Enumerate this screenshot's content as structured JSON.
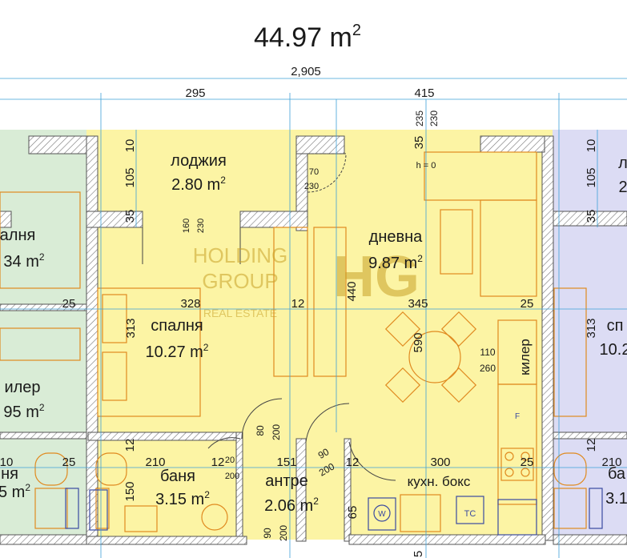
{
  "title": {
    "value": "44.97 m",
    "sup": "2"
  },
  "dims": {
    "total_width": "2,905",
    "left_span": "295",
    "right_span": "415",
    "v_235": "235",
    "v_230_top": "230",
    "v_35_top": "35",
    "h0": "h = 0",
    "l_10": "10",
    "l_105": "105",
    "l_35": "35",
    "d_70": "70",
    "d_230_door": "230",
    "d_160": "160",
    "d_230_b": "230",
    "r_10": "10",
    "r_105": "105",
    "r_35": "35",
    "w_25_left": "25",
    "w_328": "328",
    "w_12_mid": "12",
    "h_440": "440",
    "w_345": "345",
    "w_25_right": "25",
    "h_313": "313",
    "h_590": "590",
    "k_110": "110",
    "k_260": "260",
    "r_313": "313",
    "d_80": "80",
    "d_200_a": "200",
    "b_10": "10",
    "b_25": "25",
    "b_210": "210",
    "b_12_a": "12",
    "b_20": "20",
    "b_151": "151",
    "b_90": "90",
    "b_200_c": "200",
    "b_12_b": "12",
    "b_300": "300",
    "b_25_r": "25",
    "b_200_b": "200",
    "v_12": "12",
    "v_150": "150",
    "v_65": "65",
    "v_90": "90",
    "v_200": "200",
    "r_12": "12",
    "r_210": "210",
    "bot_5": "5"
  },
  "rooms": {
    "loggia": {
      "name": "лоджия",
      "area": "2.80 m",
      "sup": "2"
    },
    "living": {
      "name": "дневна",
      "area": "9.87 m",
      "sup": "2"
    },
    "bedroom": {
      "name": "спалня",
      "area": "10.27 m",
      "sup": "2"
    },
    "bathroom": {
      "name": "баня",
      "area": "3.15 m",
      "sup": "2"
    },
    "hall": {
      "name": "антре",
      "area": "2.06 m",
      "sup": "2"
    },
    "kitchen": {
      "name": "кухн. бокс"
    },
    "closet": {
      "name": "килер"
    },
    "left_bedroom": {
      "name": "алня",
      "area": "34 m",
      "sup": "2"
    },
    "left_closet": {
      "name": "илер",
      "area": "95 m",
      "sup": "2"
    },
    "left_bath": {
      "name": "ня",
      "area": "5 m",
      "sup": "2"
    },
    "right_loggia": {
      "name": "л",
      "area": "2"
    },
    "right_bedroom": {
      "name": "сп",
      "area": "10.2"
    },
    "right_bath": {
      "name": "ба",
      "area": "3.1"
    }
  },
  "fixtures": {
    "washer": "W",
    "boiler": "TC",
    "fridge": "F"
  },
  "watermark": {
    "line1": "HOLDING",
    "line2": "GROUP",
    "line3": "REAL ESTATE",
    "logo": "HG"
  },
  "colors": {
    "main_fill": "#fcf4a4",
    "left_fill": "#d9ecd6",
    "right_fill": "#dcdcf4",
    "wall": "#8a8a8a",
    "dim_line": "#3ea0d8",
    "gold": "#c9a227"
  }
}
